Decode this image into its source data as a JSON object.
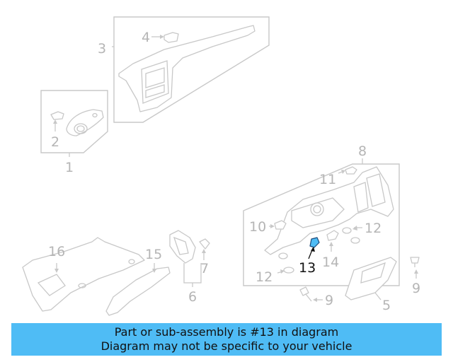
{
  "callouts": [
    {
      "id": "1",
      "label": "1",
      "highlighted": false
    },
    {
      "id": "2",
      "label": "2",
      "highlighted": false
    },
    {
      "id": "3",
      "label": "3",
      "highlighted": false
    },
    {
      "id": "4",
      "label": "4",
      "highlighted": false
    },
    {
      "id": "5",
      "label": "5",
      "highlighted": false
    },
    {
      "id": "6",
      "label": "6",
      "highlighted": false
    },
    {
      "id": "7",
      "label": "7",
      "highlighted": false
    },
    {
      "id": "8",
      "label": "8",
      "highlighted": false
    },
    {
      "id": "9a",
      "label": "9",
      "highlighted": false
    },
    {
      "id": "9b",
      "label": "9",
      "highlighted": false
    },
    {
      "id": "10",
      "label": "10",
      "highlighted": false
    },
    {
      "id": "11",
      "label": "11",
      "highlighted": false
    },
    {
      "id": "12a",
      "label": "12",
      "highlighted": false
    },
    {
      "id": "12b",
      "label": "12",
      "highlighted": false
    },
    {
      "id": "13",
      "label": "13",
      "highlighted": true
    },
    {
      "id": "14",
      "label": "14",
      "highlighted": false
    },
    {
      "id": "15",
      "label": "15",
      "highlighted": false
    },
    {
      "id": "16",
      "label": "16",
      "highlighted": false
    }
  ],
  "colors": {
    "highlight_part": "#4fbcf5",
    "banner_background": "#4fbcf5",
    "line_art": "#c8c8c8",
    "muted_label": "#b5b5b5",
    "active_label": "#111111"
  },
  "banner": {
    "line1": "Part or sub-assembly is #13 in diagram",
    "line2": "Diagram may not be specific to your vehicle"
  }
}
